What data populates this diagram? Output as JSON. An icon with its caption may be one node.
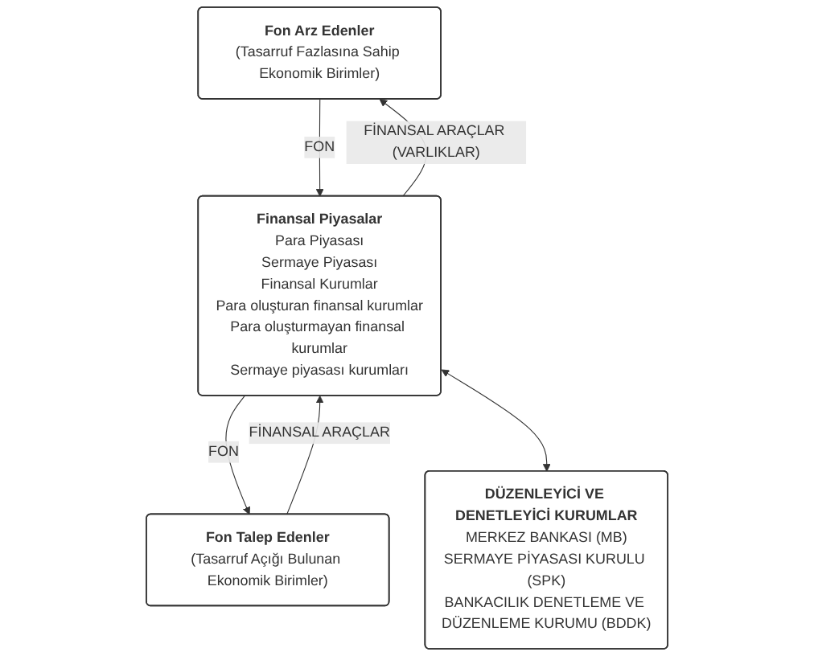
{
  "diagram": {
    "nodes": [
      {
        "text": [
          "Fon Arz Edenler",
          "(Tasarruf Fazlasına Sahip Ekonomik Birimler)"
        ]
      },
      {
        "text": [
          "Fon Talep Edenler",
          "(Tasarruf Açığı Bulunan Ekonomik Birimler)"
        ]
      },
      {
        "text": [
          "Finansal Piyasalar",
          "Para Piyasası",
          "Sermaye Piyasası",
          "Finansal Kurumlar",
          "Para oluşturan finansal kurumlar",
          "Para oluşturmayan finansal kurumlar",
          "Sermaye piyasası kurumları"
        ]
      },
      {
        "text": [
          "DÜZENLEYİCİ VE DENETLEYİCİ KURUMLAR",
          "MERKEZ BANKASI (MB)",
          "SERMAYE PİYASASI KURULU (SPK)",
          "BANKACILIK DENETLEME VE DÜZENLEME KURUMU (BDDK)"
        ]
      }
    ],
    "edges": [
      {
        "from": 2,
        "to": 0,
        "arrow": "to",
        "label": "FİNANSAL ARAÇLAR (VARLIKLAR)"
      },
      {
        "from": 0,
        "to": 2,
        "arrow": "to",
        "label": "FON"
      },
      {
        "from": 2,
        "to": 1,
        "arrow": "to",
        "label": "FON"
      },
      {
        "from": 1,
        "to": 2,
        "arrow": "to",
        "label": "FİNANSAL ARAÇLAR"
      },
      {
        "from": 2,
        "to": 3,
        "arrow": "both"
      }
    ]
  }
}
